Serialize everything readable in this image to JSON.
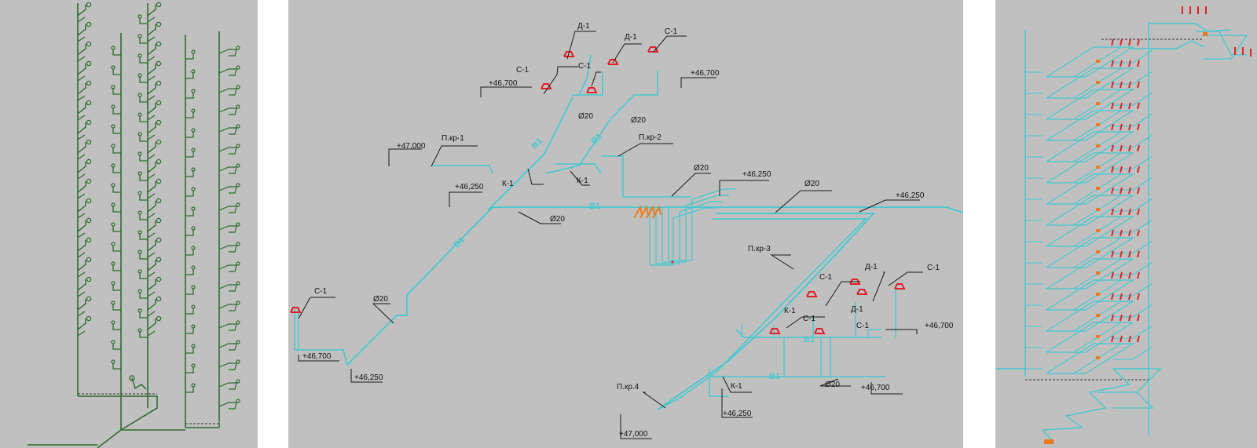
{
  "colors": {
    "panel_bg": "#c0c0c0",
    "pipe_green": "#2e6b2e",
    "pipe_cyan": "#45c8cf",
    "fixture_red": "#e0202a",
    "fixture_orange": "#f07a1a",
    "leader_black": "#1a1a1a"
  },
  "middle": {
    "fixture_labels": [
      "Д-1",
      "Д-1",
      "С-1",
      "С-1",
      "С-1",
      "С-1",
      "С-1",
      "Д-1",
      "С-1",
      "Д-1",
      "С-1",
      "С-1"
    ],
    "riser_labels": [
      "П.кр-1",
      "П.кр-2",
      "П.кр-3",
      "П.кр.4"
    ],
    "valve_labels": [
      "К-1",
      "К-1",
      "К-1",
      "К-1"
    ],
    "diameter_labels": [
      "Ø20",
      "Ø20",
      "Ø20",
      "Ø20",
      "Ø20",
      "Ø20",
      "Ø20"
    ],
    "level_labels": [
      "+46,700",
      "+46,700",
      "+47,000",
      "+46,250",
      "+46,250",
      "+46,250",
      "+46,700",
      "+46,250",
      "+46,700",
      "+46,700",
      "+46,250",
      "+47,000"
    ],
    "pipe_labels": [
      "В1",
      "В1",
      "В1",
      "В1",
      "В1",
      "В1"
    ]
  }
}
